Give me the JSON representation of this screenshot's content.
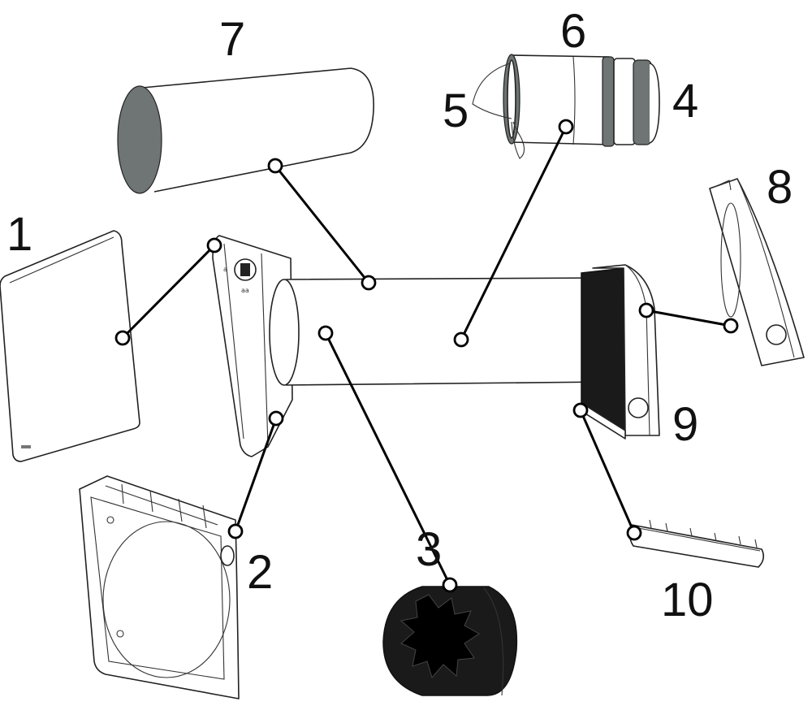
{
  "labels": {
    "part1": "1",
    "part2": "2",
    "part3": "3",
    "part4": "4",
    "part5": "5",
    "part6": "6",
    "part7": "7",
    "part8": "8",
    "part9": "9",
    "part10": "10"
  },
  "colors": {
    "line": "#000000",
    "outline": "#222222",
    "tube_interior": "#6f7475",
    "foam_insert": "#1a1a1a"
  }
}
